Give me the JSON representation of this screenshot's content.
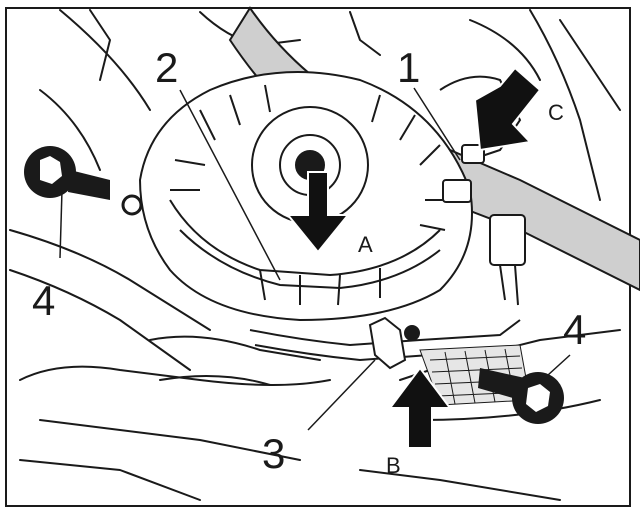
{
  "callouts": {
    "c1": "1",
    "c2": "2",
    "c3": "3",
    "c4_left": "4",
    "c4_right": "4",
    "cA": "A",
    "cB": "B",
    "cC": "C"
  },
  "colors": {
    "line": "#1a1a1a",
    "hose": "#cfcfcf",
    "arrow": "#111111",
    "background": "#ffffff"
  }
}
